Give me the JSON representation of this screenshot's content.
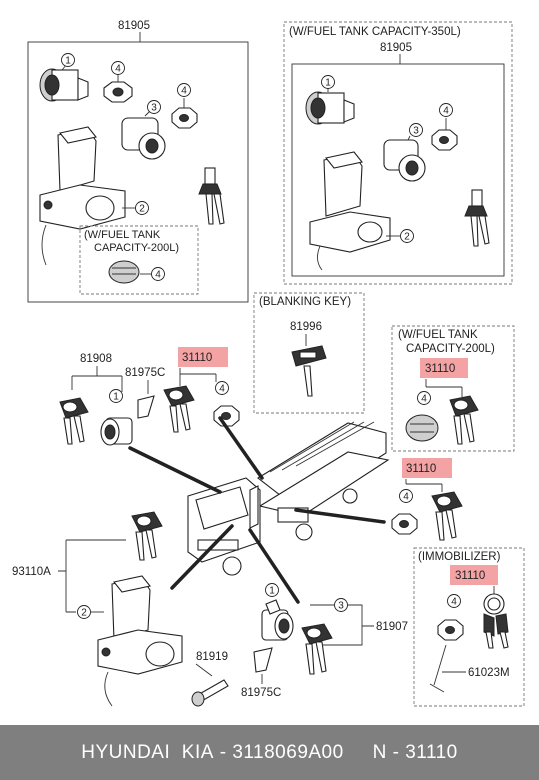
{
  "labels": {
    "top_left_part": "81905",
    "top_right_title": "(W/FUEL TANK CAPACITY-350L)",
    "top_right_part": "81905",
    "top_left_sub_line1": "(W/FUEL TANK",
    "top_left_sub_line2": "CAPACITY-200L)",
    "blanking_title": "(BLANKING KEY)",
    "blanking_part": "81996",
    "mid_left_part": "81908",
    "mid_left_sub": "81975C",
    "hl_main": "31110",
    "mid_right_line1": "(W/FUEL TANK",
    "mid_right_line2": "CAPACITY-200L)",
    "hl_mid_right": "31110",
    "hl_truck_right": "31110",
    "immobilizer_title": "(IMMOBILIZER)",
    "hl_immobilizer": "31110",
    "left_side_part": "93110A",
    "bolt_part": "81919",
    "bottom_sub": "81975C",
    "bottom_right_part": "81907",
    "immobilizer_part": "61023M"
  },
  "callouts": {
    "one": "1",
    "two": "2",
    "three": "3",
    "four": "4"
  },
  "footer": {
    "brand": "HYUNDAI  KIA",
    "part_number": "3118069A00",
    "n_label": "N",
    "n_value": "31110"
  }
}
